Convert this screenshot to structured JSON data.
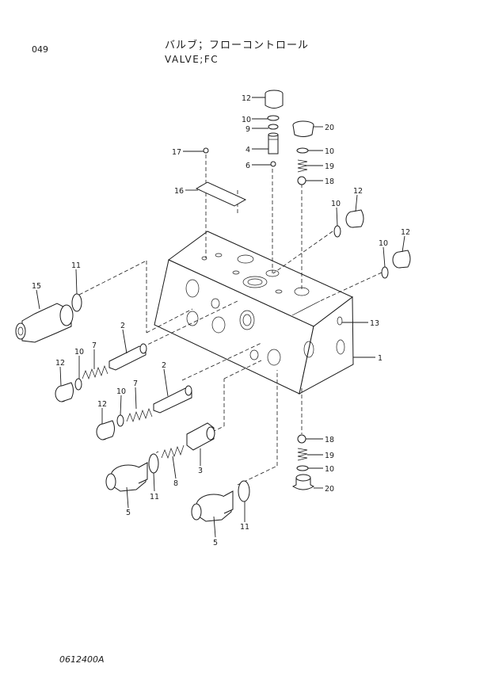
{
  "header": {
    "page_number": "049",
    "title_jp": "バルブ；フローコントロール",
    "title_en": "VALVE;FC"
  },
  "footer": {
    "drawing_code": "0612400A"
  },
  "callouts": [
    {
      "id": "c12a",
      "label": "12"
    },
    {
      "id": "c10a",
      "label": "10"
    },
    {
      "id": "c9",
      "label": "9"
    },
    {
      "id": "c4",
      "label": "4"
    },
    {
      "id": "c6",
      "label": "6"
    },
    {
      "id": "c17",
      "label": "17"
    },
    {
      "id": "c16",
      "label": "16"
    },
    {
      "id": "c20a",
      "label": "20"
    },
    {
      "id": "c10b",
      "label": "10"
    },
    {
      "id": "c19a",
      "label": "19"
    },
    {
      "id": "c18a",
      "label": "18"
    },
    {
      "id": "c12b",
      "label": "12"
    },
    {
      "id": "c10c",
      "label": "10"
    },
    {
      "id": "c10d",
      "label": "10"
    },
    {
      "id": "c12c",
      "label": "12"
    },
    {
      "id": "c13",
      "label": "13"
    },
    {
      "id": "c1",
      "label": "1"
    },
    {
      "id": "c11a",
      "label": "11"
    },
    {
      "id": "c15",
      "label": "15"
    },
    {
      "id": "c2a",
      "label": "2"
    },
    {
      "id": "c10e",
      "label": "10"
    },
    {
      "id": "c7a",
      "label": "7"
    },
    {
      "id": "c12d",
      "label": "12"
    },
    {
      "id": "c2b",
      "label": "2"
    },
    {
      "id": "c10f",
      "label": "10"
    },
    {
      "id": "c7b",
      "label": "7"
    },
    {
      "id": "c12e",
      "label": "12"
    },
    {
      "id": "c3",
      "label": "3"
    },
    {
      "id": "c8",
      "label": "8"
    },
    {
      "id": "c11b",
      "label": "11"
    },
    {
      "id": "c5a",
      "label": "5"
    },
    {
      "id": "c18b",
      "label": "18"
    },
    {
      "id": "c19b",
      "label": "19"
    },
    {
      "id": "c10g",
      "label": "10"
    },
    {
      "id": "c20b",
      "label": "20"
    },
    {
      "id": "c11c",
      "label": "11"
    },
    {
      "id": "c5b",
      "label": "5"
    }
  ]
}
